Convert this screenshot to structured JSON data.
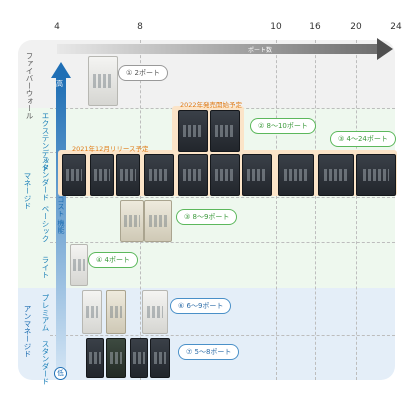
{
  "axis": {
    "title": "ポート数",
    "ticks": [
      "4",
      "8",
      "10",
      "16",
      "20",
      "24"
    ]
  },
  "categories": {
    "fiber": "ファイバーウォール",
    "managed": "マネージド",
    "unmanaged": "アンマネージド"
  },
  "tiers": {
    "extended": "エクステンデッド",
    "standard": "スタンダード",
    "basic": "ベーシック",
    "light": "ライト",
    "premium": "プレミアム",
    "unmanaged_standard": "スタンダード"
  },
  "arrow_labels": {
    "top": "高",
    "middle": "コスト 機能",
    "bottom": "低"
  },
  "notes": {
    "release_2022": "2022年発売開始予定",
    "release_2021": "2021年12月リリース予定"
  },
  "callouts": {
    "c1": "① 2ポート",
    "c2": "② 8～10ポート",
    "c3": "③ 4～24ポート",
    "c4": "③ 8～9ポート",
    "c5": "④ 4ポート",
    "c6": "⑥ 6～9ポート",
    "c7": "⑦ 5～8ポート"
  },
  "colors": {
    "arrow_gray": "#6f6f6f",
    "arrow_blue": "#1f6fb5",
    "fiber_bg": "#f1f1f1",
    "managed_bg": "#eef8ee",
    "unmanaged_bg": "#e4eef8",
    "highlight": "#fbe4c8"
  }
}
